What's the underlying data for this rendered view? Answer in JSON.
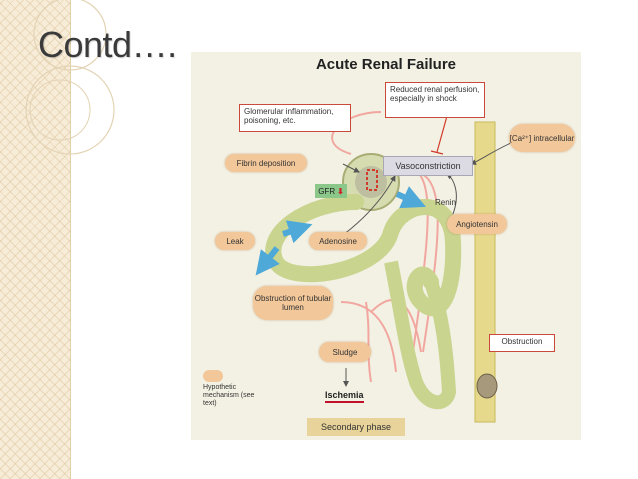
{
  "slide": {
    "title": "Contd…."
  },
  "figure": {
    "title": "Acute Renal Failure",
    "labels": {
      "reduced_perfusion": "Reduced renal perfusion, especially in shock",
      "glomerular": "Glomerular inflammation, poisoning, etc.",
      "ca": "[Ca²⁺] intracellular",
      "fibrin": "Fibrin deposition",
      "vasoconstriction": "Vasoconstriction",
      "gfr": "GFR",
      "renin": "Renin",
      "angiotensin": "Angiotensin",
      "leak": "Leak",
      "adenosine": "Adenosine",
      "obstruction_tubular": "Obstruction of tubular lumen",
      "obstruction": "Obstruction",
      "sludge": "Sludge",
      "ischemia": "Ischemia",
      "legend": "Hypothetic mechanism (see text)",
      "secondary_phase": "Secondary phase"
    },
    "colors": {
      "tubule": "#c9d48f",
      "vessel": "#f1a7a0",
      "pill": "#f2c79a",
      "arrow_blue": "#4ea8d8",
      "inhibit_red": "#d23a2a"
    }
  }
}
